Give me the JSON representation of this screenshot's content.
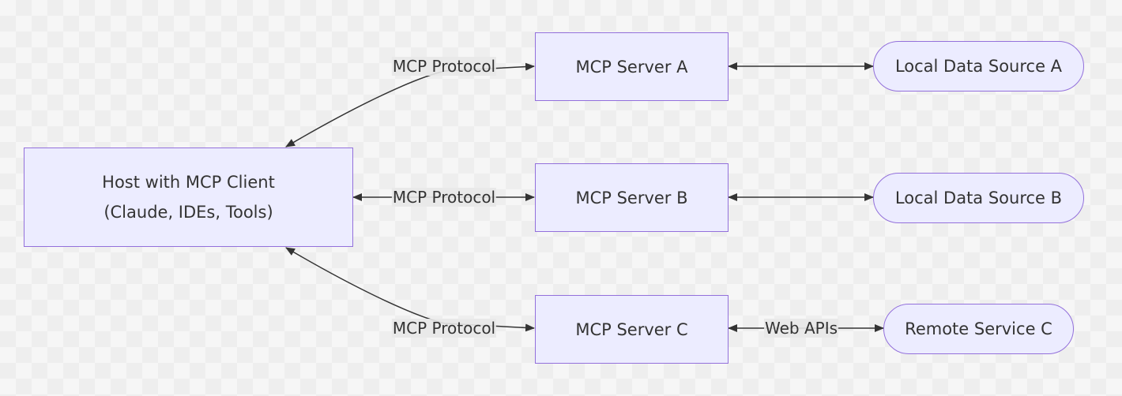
{
  "nodes": {
    "host": {
      "line1": "Host with MCP Client",
      "line2": "(Claude, IDEs, Tools)"
    },
    "server_a": "MCP Server A",
    "server_b": "MCP Server B",
    "server_c": "MCP Server C",
    "local_a": "Local Data Source A",
    "local_b": "Local Data Source B",
    "remote_c": "Remote Service C"
  },
  "edges": {
    "host_server_a": "MCP Protocol",
    "host_server_b": "MCP Protocol",
    "host_server_c": "MCP Protocol",
    "server_c_remote_c": "Web APIs"
  },
  "colors": {
    "node_fill": "#ececff",
    "node_border": "#9370db",
    "edge": "#333333",
    "text": "#333333"
  }
}
